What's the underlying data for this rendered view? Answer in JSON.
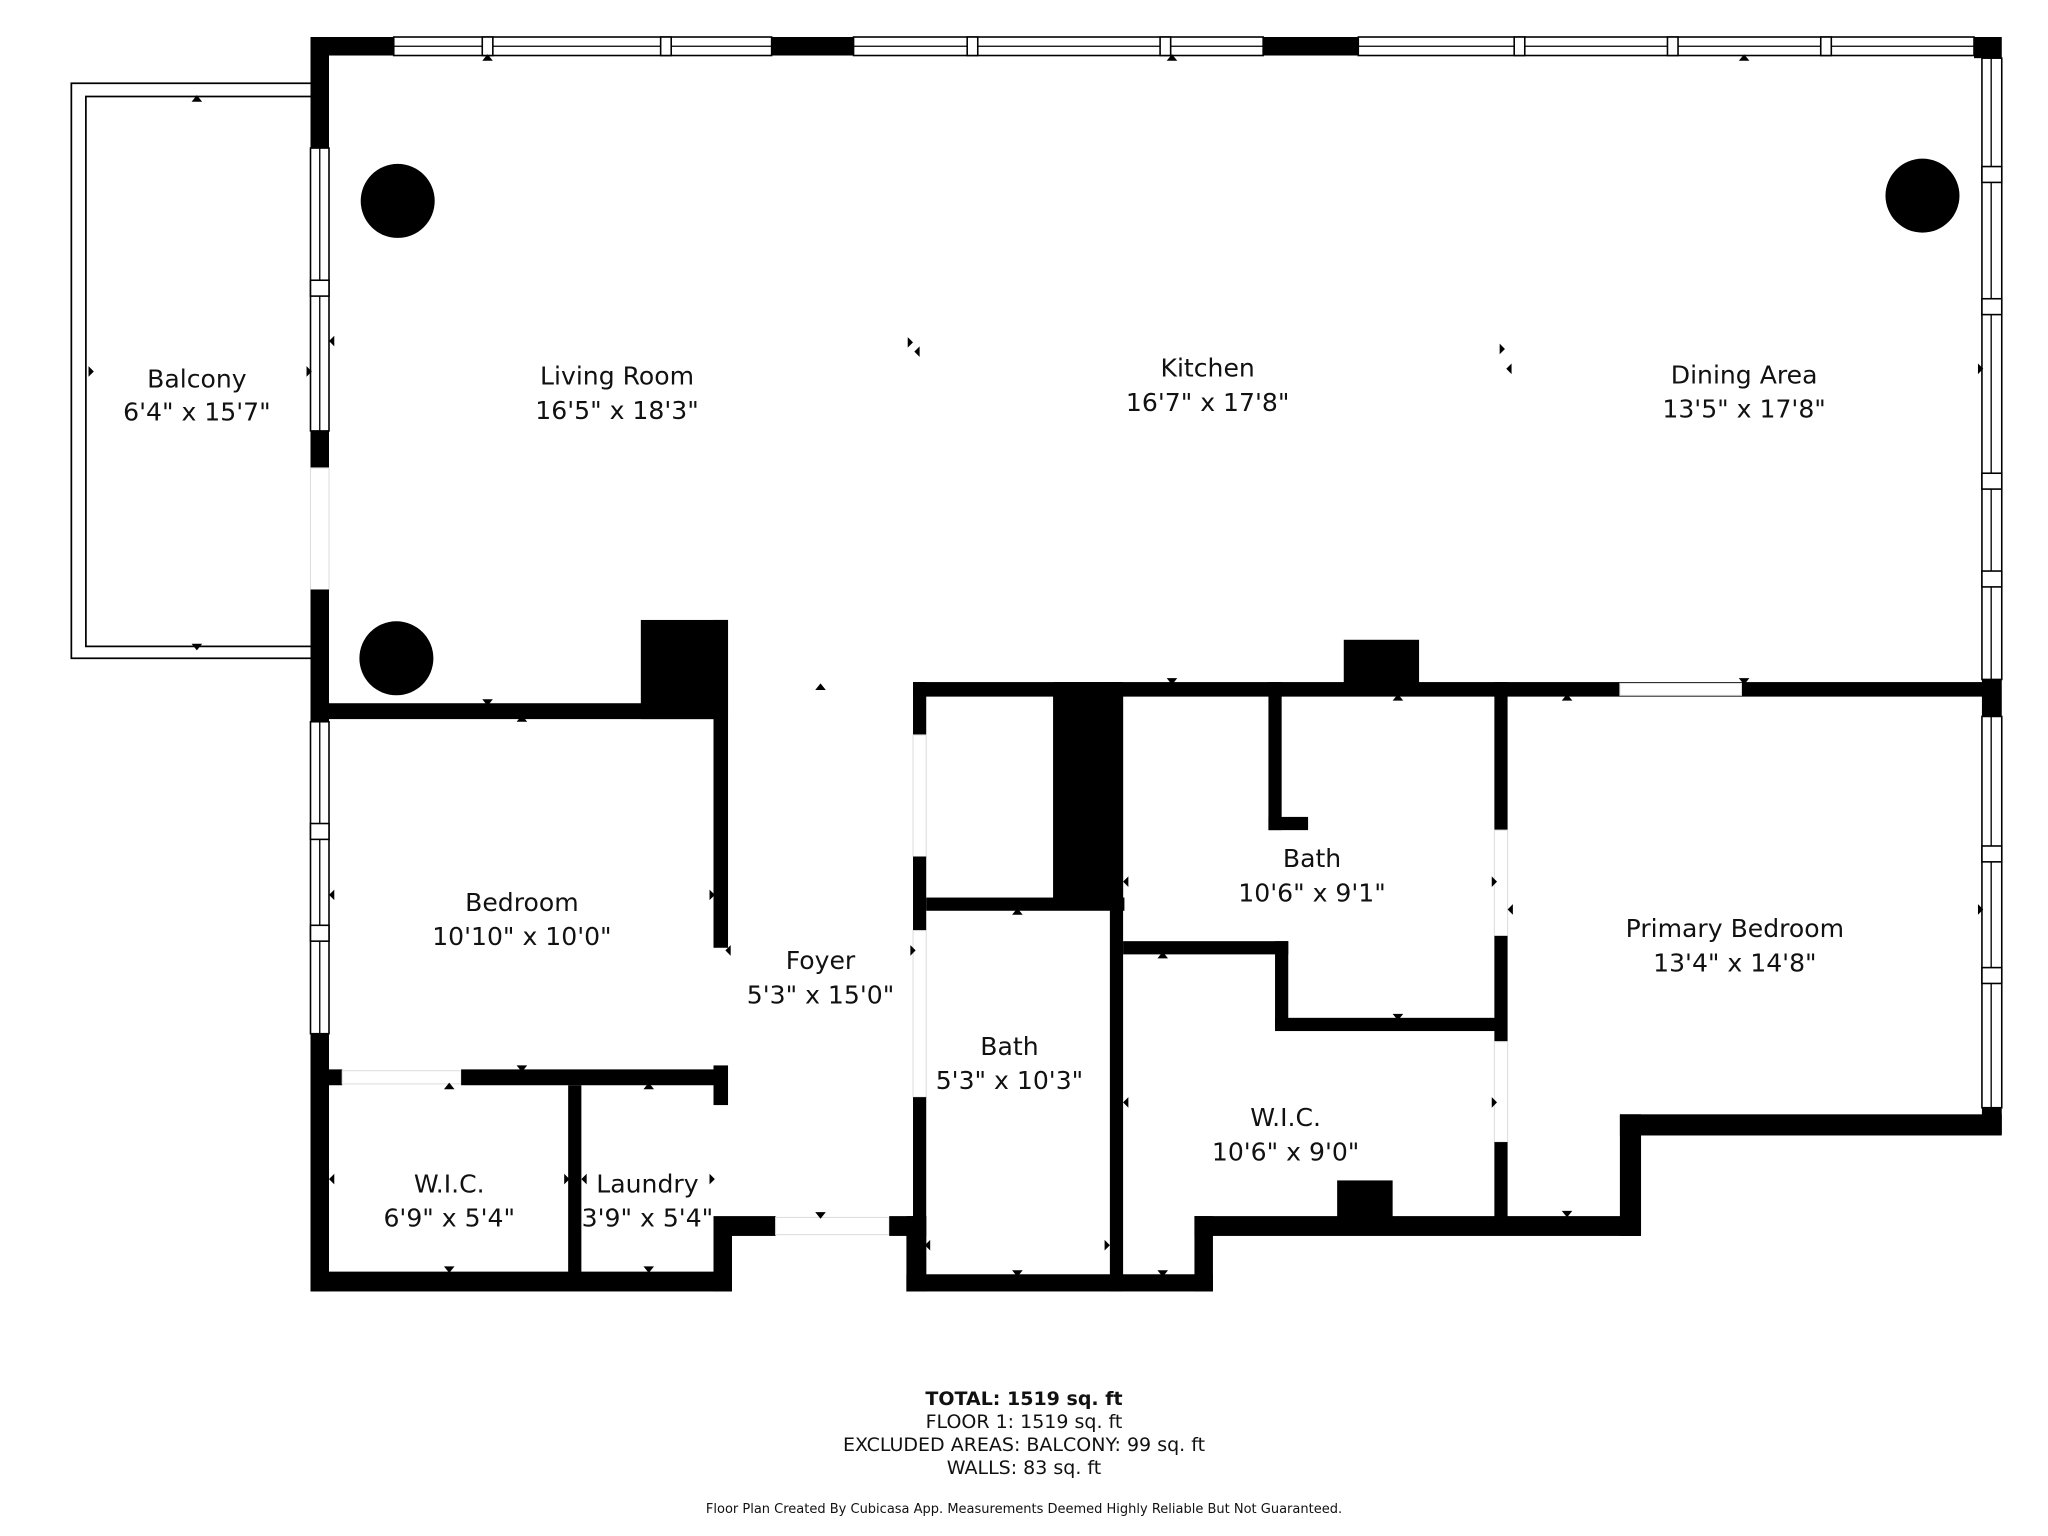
{
  "rooms": [
    {
      "name": "Balcony",
      "dims": "6'4\" x 15'7\""
    },
    {
      "name": "Living Room",
      "dims": "16'5\" x 18'3\""
    },
    {
      "name": "Kitchen",
      "dims": "16'7\" x 17'8\""
    },
    {
      "name": "Dining Area",
      "dims": "13'5\" x 17'8\""
    },
    {
      "name": "Bedroom",
      "dims": "10'10\" x 10'0\""
    },
    {
      "name": "Foyer",
      "dims": "5'3\" x 15'0\""
    },
    {
      "name": "Bath",
      "dims": "10'6\" x 9'1\""
    },
    {
      "name": "Primary Bedroom",
      "dims": "13'4\" x 14'8\""
    },
    {
      "name": "Bath",
      "dims": "5'3\" x 10'3\""
    },
    {
      "name": "W.I.C.",
      "dims": "10'6\" x 9'0\""
    },
    {
      "name": "W.I.C.",
      "dims": "6'9\" x 5'4\""
    },
    {
      "name": "Laundry",
      "dims": "3'9\" x 5'4\""
    }
  ],
  "summary": {
    "total": "TOTAL: 1519 sq. ft",
    "floor1": "FLOOR 1: 1519 sq. ft",
    "excluded": "EXCLUDED AREAS: BALCONY: 99 sq. ft",
    "walls": "WALLS: 83 sq. ft"
  },
  "disclaimer": "Floor Plan Created By Cubicasa App. Measurements Deemed Highly Reliable But Not Guaranteed."
}
